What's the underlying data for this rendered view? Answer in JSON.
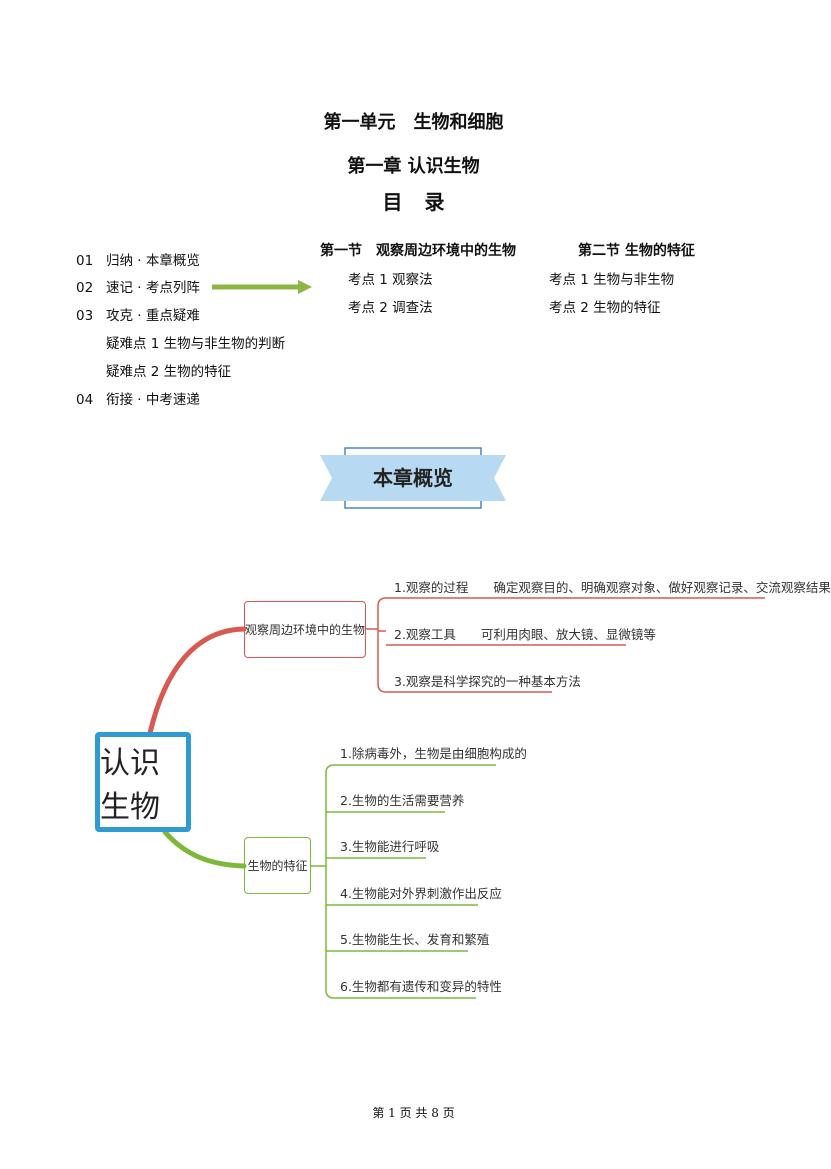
{
  "header": {
    "unit_title": "第一单元　生物和细胞",
    "chapter_title": "第一章 认识生物",
    "toc_title": "目录"
  },
  "toc": {
    "items": [
      {
        "num": "01",
        "text": "归纳 · 本章概览"
      },
      {
        "num": "02",
        "text": "速记 · 考点列阵"
      },
      {
        "num": "03",
        "text": "攻克 · 重点疑难"
      },
      {
        "num": "",
        "text": "疑难点 1 生物与非生物的判断"
      },
      {
        "num": "",
        "text": "疑难点 2 生物的特征"
      },
      {
        "num": "04",
        "text": "衔接 · 中考速递"
      }
    ],
    "sections": [
      {
        "title": "第一节　观察周边环境中的生物",
        "points": [
          "考点 1 观察法",
          "考点 2 调查法"
        ]
      },
      {
        "title": "第二节 生物的特征",
        "points": [
          "考点 1 生物与非生物",
          "考点 2 生物的特征"
        ]
      }
    ],
    "arrow_color": "#8DB543"
  },
  "banner": {
    "text": "本章概览",
    "fill": "#B7DAF2",
    "border": "#4A86C5"
  },
  "mindmap": {
    "root": "认识生物",
    "root_border": "#2E9BD3",
    "branches": [
      {
        "label": "观察周边环境中的生物",
        "color": "#D9584F",
        "leaves": [
          "1.观察的过程　　确定观察目的、明确观察对象、做好观察记录、交流观察结果",
          "2.观察工具　　可利用肉眼、放大镜、显微镜等",
          "3.观察是科学探究的一种基本方法"
        ]
      },
      {
        "label": "生物的特征",
        "color": "#7DB83A",
        "leaves": [
          "1.除病毒外，生物是由细胞构成的",
          "2.生物的生活需要营养",
          "3.生物能进行呼吸",
          "4.生物能对外界刺激作出反应",
          "5.生物能生长、发育和繁殖",
          "6.生物都有遗传和变异的特性"
        ]
      }
    ]
  },
  "footer": {
    "text": "第 1 页 共 8 页"
  }
}
